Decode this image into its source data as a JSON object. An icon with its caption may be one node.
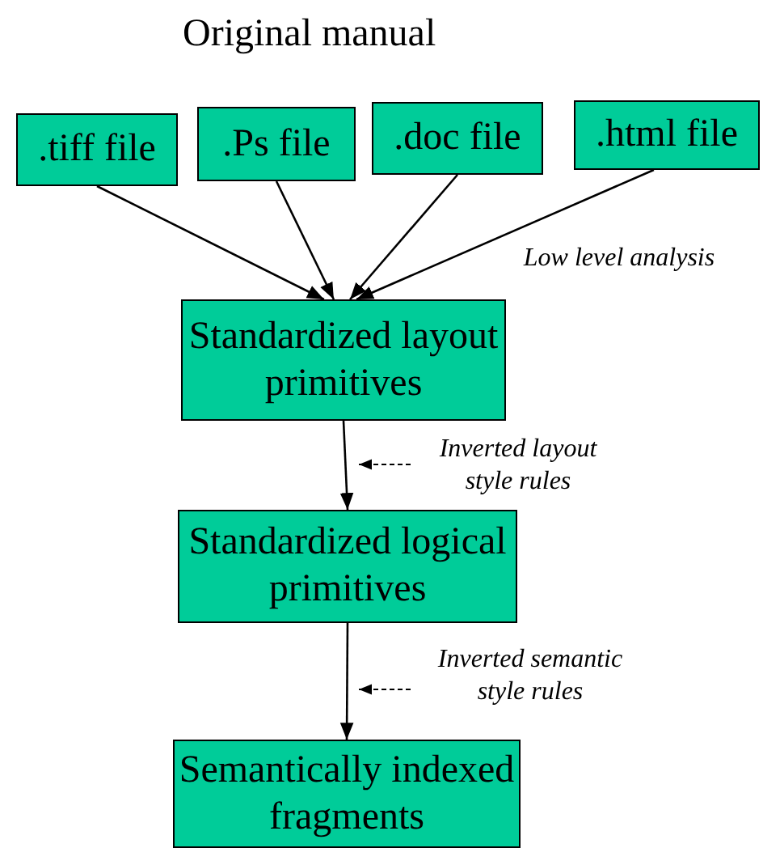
{
  "diagram": {
    "title": "Original manual",
    "nodes": [
      {
        "text": [
          ".tiff file"
        ]
      },
      {
        "text": [
          ".Ps file"
        ]
      },
      {
        "text": [
          ".doc file"
        ]
      },
      {
        "text": [
          ".html file"
        ]
      },
      {
        "text": [
          "Standardized layout primitives"
        ]
      },
      {
        "text": [
          "Standardized logical primitives"
        ]
      },
      {
        "text": [
          "Semantically indexed fragments"
        ]
      }
    ],
    "edges": [
      {
        "from": 0,
        "to": 4,
        "arrow": "to"
      },
      {
        "from": 1,
        "to": 4,
        "arrow": "to"
      },
      {
        "from": 2,
        "to": 4,
        "arrow": "to"
      },
      {
        "from": 3,
        "to": 4,
        "arrow": "to",
        "label": "Low level analysis"
      },
      {
        "from": 4,
        "to": 5,
        "arrow": "to",
        "label": "Inverted layout style rules"
      },
      {
        "from": 5,
        "to": 6,
        "arrow": "to",
        "label": "Inverted semantic style rules"
      }
    ]
  }
}
